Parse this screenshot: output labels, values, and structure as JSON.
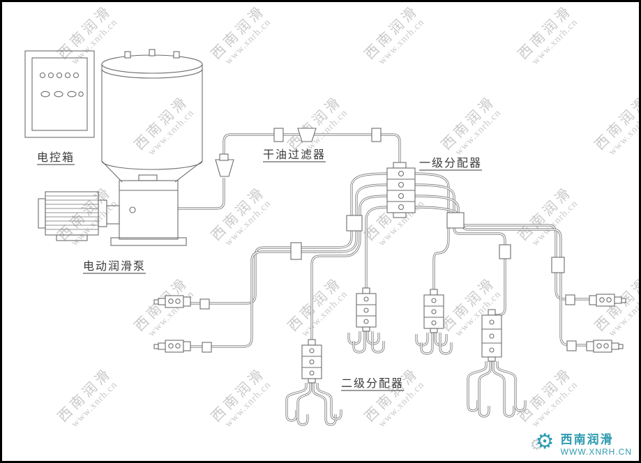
{
  "labels": {
    "control_box": "电控箱",
    "pump": "电动润滑泵",
    "filter": "干油过滤器",
    "primary_distributor": "一级分配器",
    "secondary_distributor": "二级分配器"
  },
  "watermark": {
    "line1": "西南润滑",
    "line2": "www.xnrh.cn"
  },
  "logo": {
    "name": "西南润滑",
    "url": "WWW.XNRH.CN"
  },
  "colors": {
    "line": "#6b6b6b",
    "pipe": "#7a7a7a",
    "label": "#3a3a3a",
    "watermark": "#c9c9c9",
    "logo": "#2e9bb0",
    "border": "#000000"
  }
}
